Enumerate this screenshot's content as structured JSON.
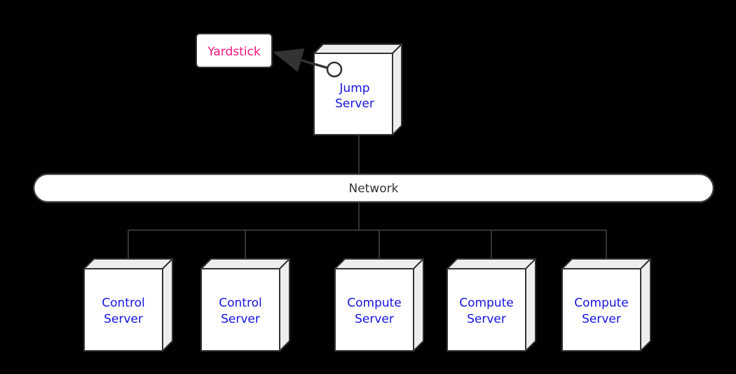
{
  "colors": {
    "background": "#000000",
    "line": "#333333",
    "node_fill": "#ffffff",
    "node_side_fill": "#ededed",
    "node_border": "#333333",
    "yardstick_text": "#f5117d",
    "server_text": "#1414e0",
    "network_text": "#333333"
  },
  "nodes": {
    "yardstick": {
      "label": "Yardstick"
    },
    "jump_server": {
      "label_line1": "Jump",
      "label_line2": "Server"
    },
    "network": {
      "label": "Network"
    },
    "servers": [
      {
        "label_line1": "Control",
        "label_line2": "Server"
      },
      {
        "label_line1": "Control",
        "label_line2": "Server"
      },
      {
        "label_line1": "Compute",
        "label_line2": "Server"
      },
      {
        "label_line1": "Compute",
        "label_line2": "Server"
      },
      {
        "label_line1": "Compute",
        "label_line2": "Server"
      }
    ]
  }
}
